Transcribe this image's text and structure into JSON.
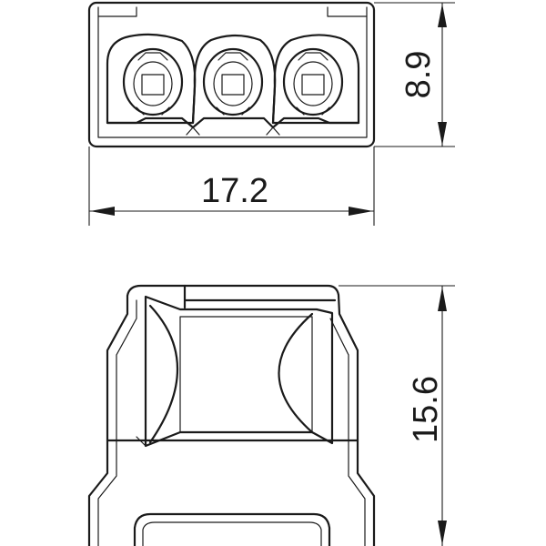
{
  "dimensions": {
    "top_width": "17.2",
    "top_height": "8.9",
    "side_height": "15.6"
  },
  "colors": {
    "line": "#1a1a1a",
    "background": "#ffffff"
  }
}
